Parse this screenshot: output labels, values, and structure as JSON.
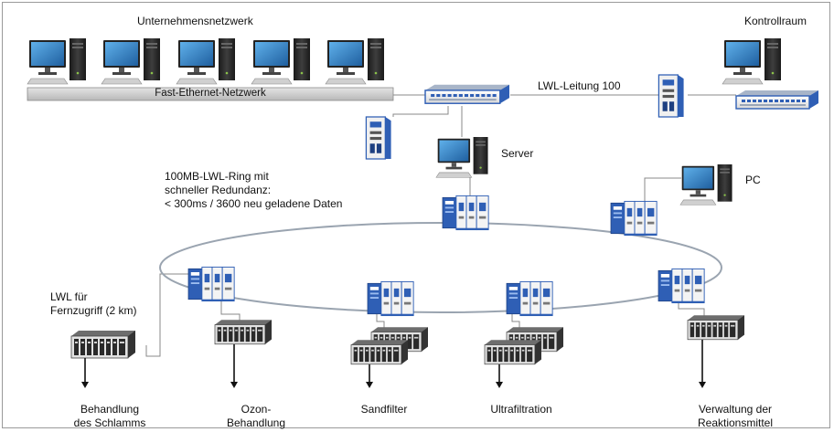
{
  "labels": {
    "corporate_network": "Unternehmensnetzwerk",
    "control_room": "Kontrollraum",
    "fast_ethernet": "Fast-Ethernet-Netzwerk",
    "fiber_line": "LWL-Leitung 100",
    "server": "Server",
    "pc": "PC",
    "ring_line1": "100MB-LWL-Ring mit",
    "ring_line2": "schneller Redundanz:",
    "ring_line3": "< 300ms / 3600 neu geladene Daten",
    "remote_line1": "LWL für",
    "remote_line2": "Fernzugriff (2 km)",
    "sludge_line1": "Behandlung",
    "sludge_line2": "des Schlamms",
    "ozone_line1": "Ozon-",
    "ozone_line2": "Behandlung",
    "sandfilter": "Sandfilter",
    "ultrafiltration": "Ultrafiltration",
    "reagent_line1": "Verwaltung der",
    "reagent_line2": "Reaktionsmittel"
  },
  "colors": {
    "switch_blue": "#2f5fb5",
    "bus_gray": "#c8c8c8",
    "monitor_blue": "#3a86c8",
    "tower_dark": "#2b2b2b"
  },
  "icons": {
    "workstation": "desktop-computer-icon",
    "switch": "ethernet-switch-icon",
    "ring_switch": "modular-switch-icon",
    "controller": "plc-rack-icon",
    "media_converter": "media-converter-icon"
  }
}
